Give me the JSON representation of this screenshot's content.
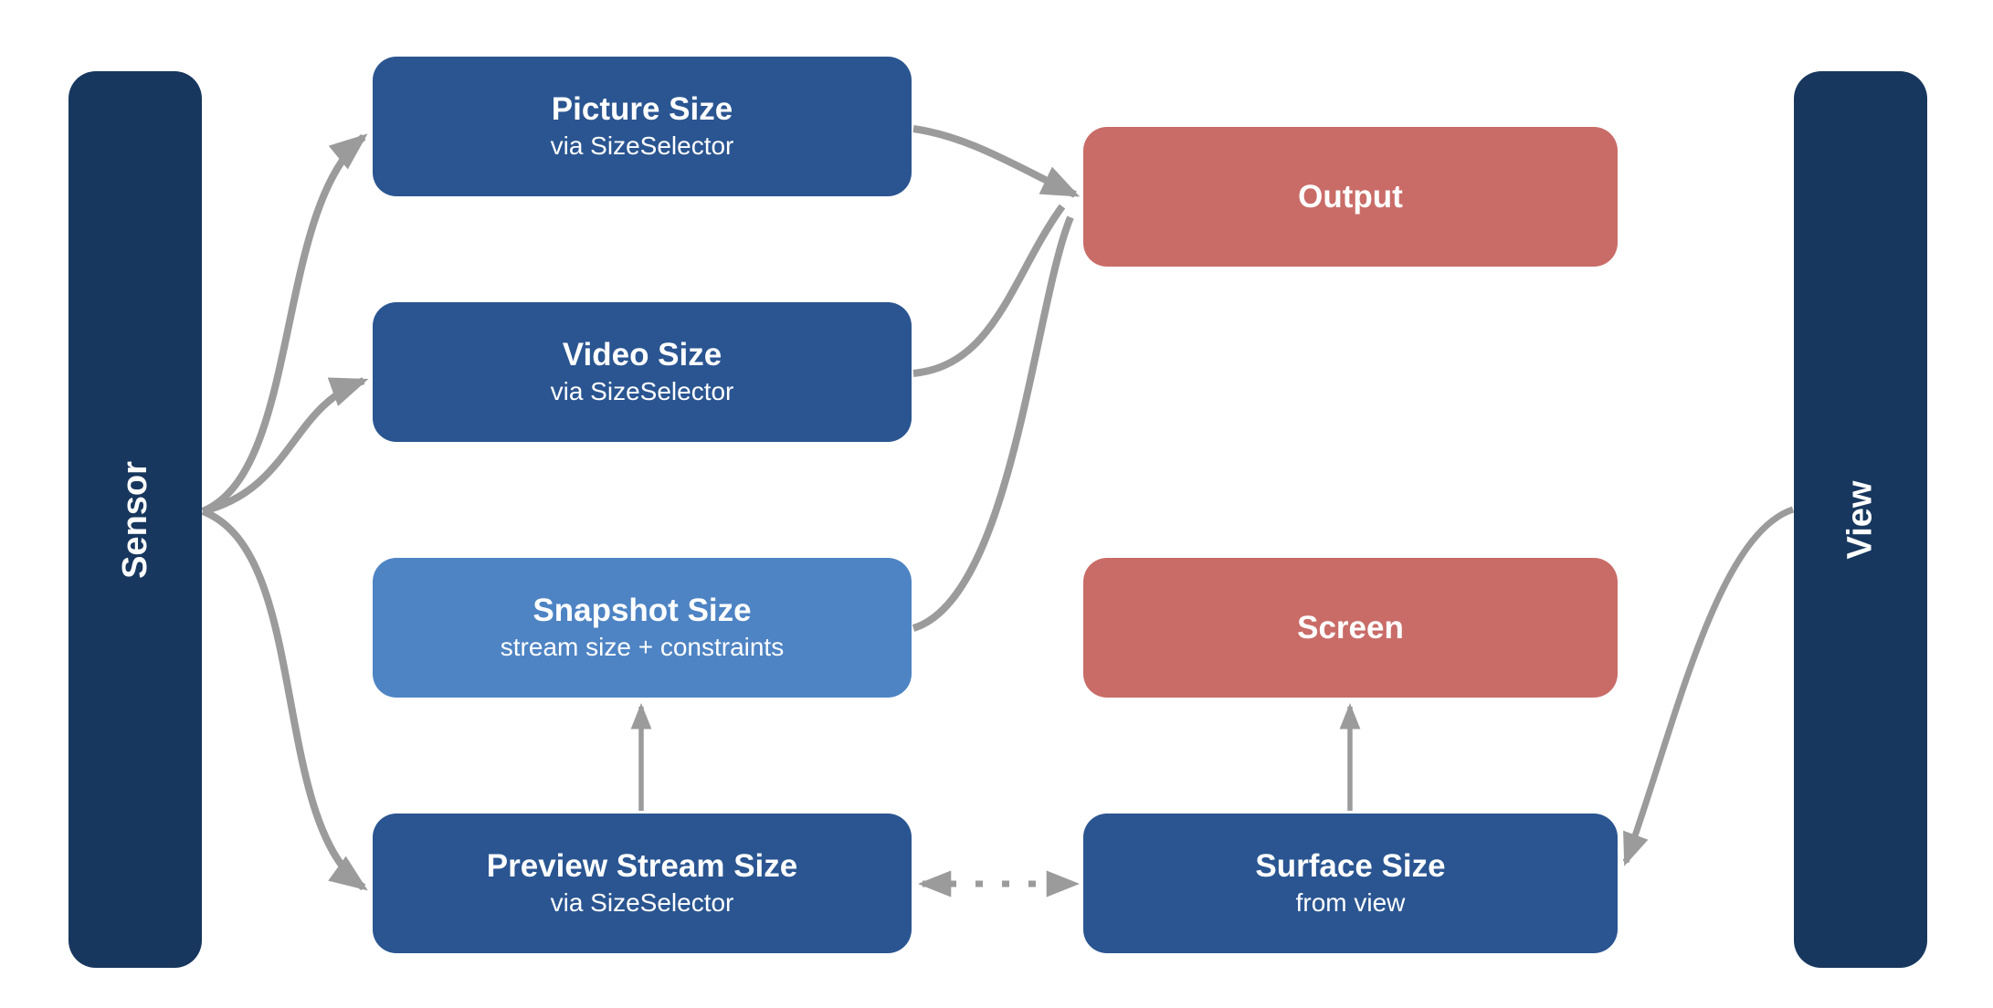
{
  "diagram": {
    "title_context": "Camera size selection flow",
    "colors": {
      "background": "#ffffff",
      "navy": "#17375E",
      "blue": "#2A5591",
      "light_blue": "#4E84C4",
      "red": "#C96C68",
      "arrow_gray": "#9B9B9B",
      "text_white": "#ffffff"
    },
    "lanes": [
      {
        "id": "sensor",
        "label": "Sensor"
      },
      {
        "id": "view",
        "label": "View"
      }
    ],
    "nodes": [
      {
        "id": "picture-size",
        "title": "Picture Size",
        "subtitle": "via SizeSelector",
        "variant": "blue"
      },
      {
        "id": "video-size",
        "title": "Video Size",
        "subtitle": "via SizeSelector",
        "variant": "blue"
      },
      {
        "id": "snapshot-size",
        "title": "Snapshot Size",
        "subtitle": "stream size + constraints",
        "variant": "light-blue"
      },
      {
        "id": "preview-stream-size",
        "title": "Preview Stream Size",
        "subtitle": "via SizeSelector",
        "variant": "blue"
      },
      {
        "id": "output",
        "title": "Output",
        "variant": "red"
      },
      {
        "id": "screen",
        "title": "Screen",
        "variant": "red"
      },
      {
        "id": "surface-size",
        "title": "Surface Size",
        "subtitle": "from view",
        "variant": "blue"
      }
    ],
    "edges": [
      {
        "from": "sensor",
        "to": "picture-size",
        "style": "solid-curve",
        "bidirectional": false
      },
      {
        "from": "sensor",
        "to": "video-size",
        "style": "solid-curve",
        "bidirectional": false
      },
      {
        "from": "sensor",
        "to": "preview-stream-size",
        "style": "solid-curve",
        "bidirectional": false
      },
      {
        "from": "picture-size",
        "to": "output",
        "style": "solid-curve",
        "bidirectional": false
      },
      {
        "from": "video-size",
        "to": "output",
        "style": "solid-curve",
        "bidirectional": false
      },
      {
        "from": "snapshot-size",
        "to": "output",
        "style": "solid-curve",
        "bidirectional": false
      },
      {
        "from": "preview-stream-size",
        "to": "snapshot-size",
        "style": "solid-line",
        "bidirectional": false
      },
      {
        "from": "surface-size",
        "to": "screen",
        "style": "solid-line",
        "bidirectional": false
      },
      {
        "from": "preview-stream-size",
        "to": "surface-size",
        "style": "dotted-line",
        "bidirectional": true
      },
      {
        "from": "view",
        "to": "surface-size",
        "style": "solid-curve",
        "bidirectional": false
      }
    ]
  }
}
